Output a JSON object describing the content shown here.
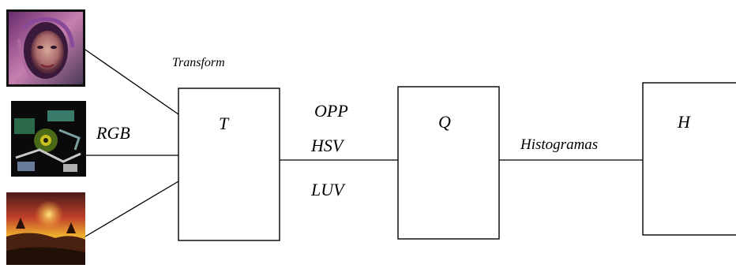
{
  "labels": {
    "transform": "Transform",
    "rgb": "RGB",
    "opp": "OPP",
    "hsv": "HSV",
    "luv": "LUV",
    "histogramas": "Histogramas"
  },
  "blocks": {
    "t": "T",
    "q": "Q",
    "h": "H"
  },
  "thumbnails": {
    "face": "face-photo-thumbnail",
    "abstract": "abstract-photo-thumbnail",
    "sunset": "sunset-photo-thumbnail"
  }
}
